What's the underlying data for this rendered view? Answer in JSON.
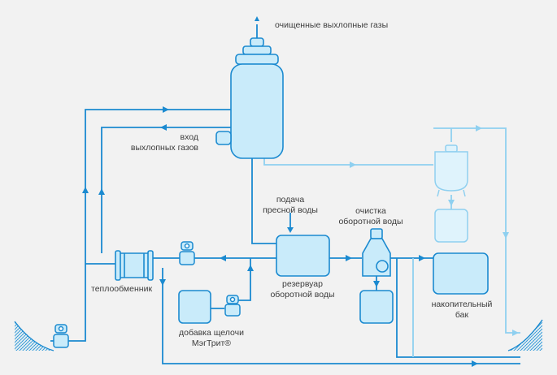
{
  "labels": {
    "clean_gases": "очищенные выхлопные газы",
    "inlet_line1": "вход",
    "inlet_line2": "выхлопных газов",
    "fresh_water_line1": "подача",
    "fresh_water_line2": "пресной воды",
    "water_cleaning_line1": "очистка",
    "water_cleaning_line2": "оборотной воды",
    "heat_exchanger": "теплообменник",
    "reservoir_line1": "резервуар",
    "reservoir_line2": "оборотной воды",
    "storage_tank_line1": "накопительный",
    "storage_tank_line2": "бак",
    "alkali_line1": "добавка щелочи",
    "alkali_line2": "МэгТрит®"
  },
  "colors": {
    "pipe": "#1b8ad0",
    "pipe_light": "#8fd0f0",
    "equipment_fill": "#c9ebfa",
    "equipment_stroke": "#1b8ad0",
    "ghost_fill": "#dff3fc",
    "ghost_stroke": "#8fd0f0",
    "label": "#3c3c3c",
    "background": "#f2f2f2"
  }
}
